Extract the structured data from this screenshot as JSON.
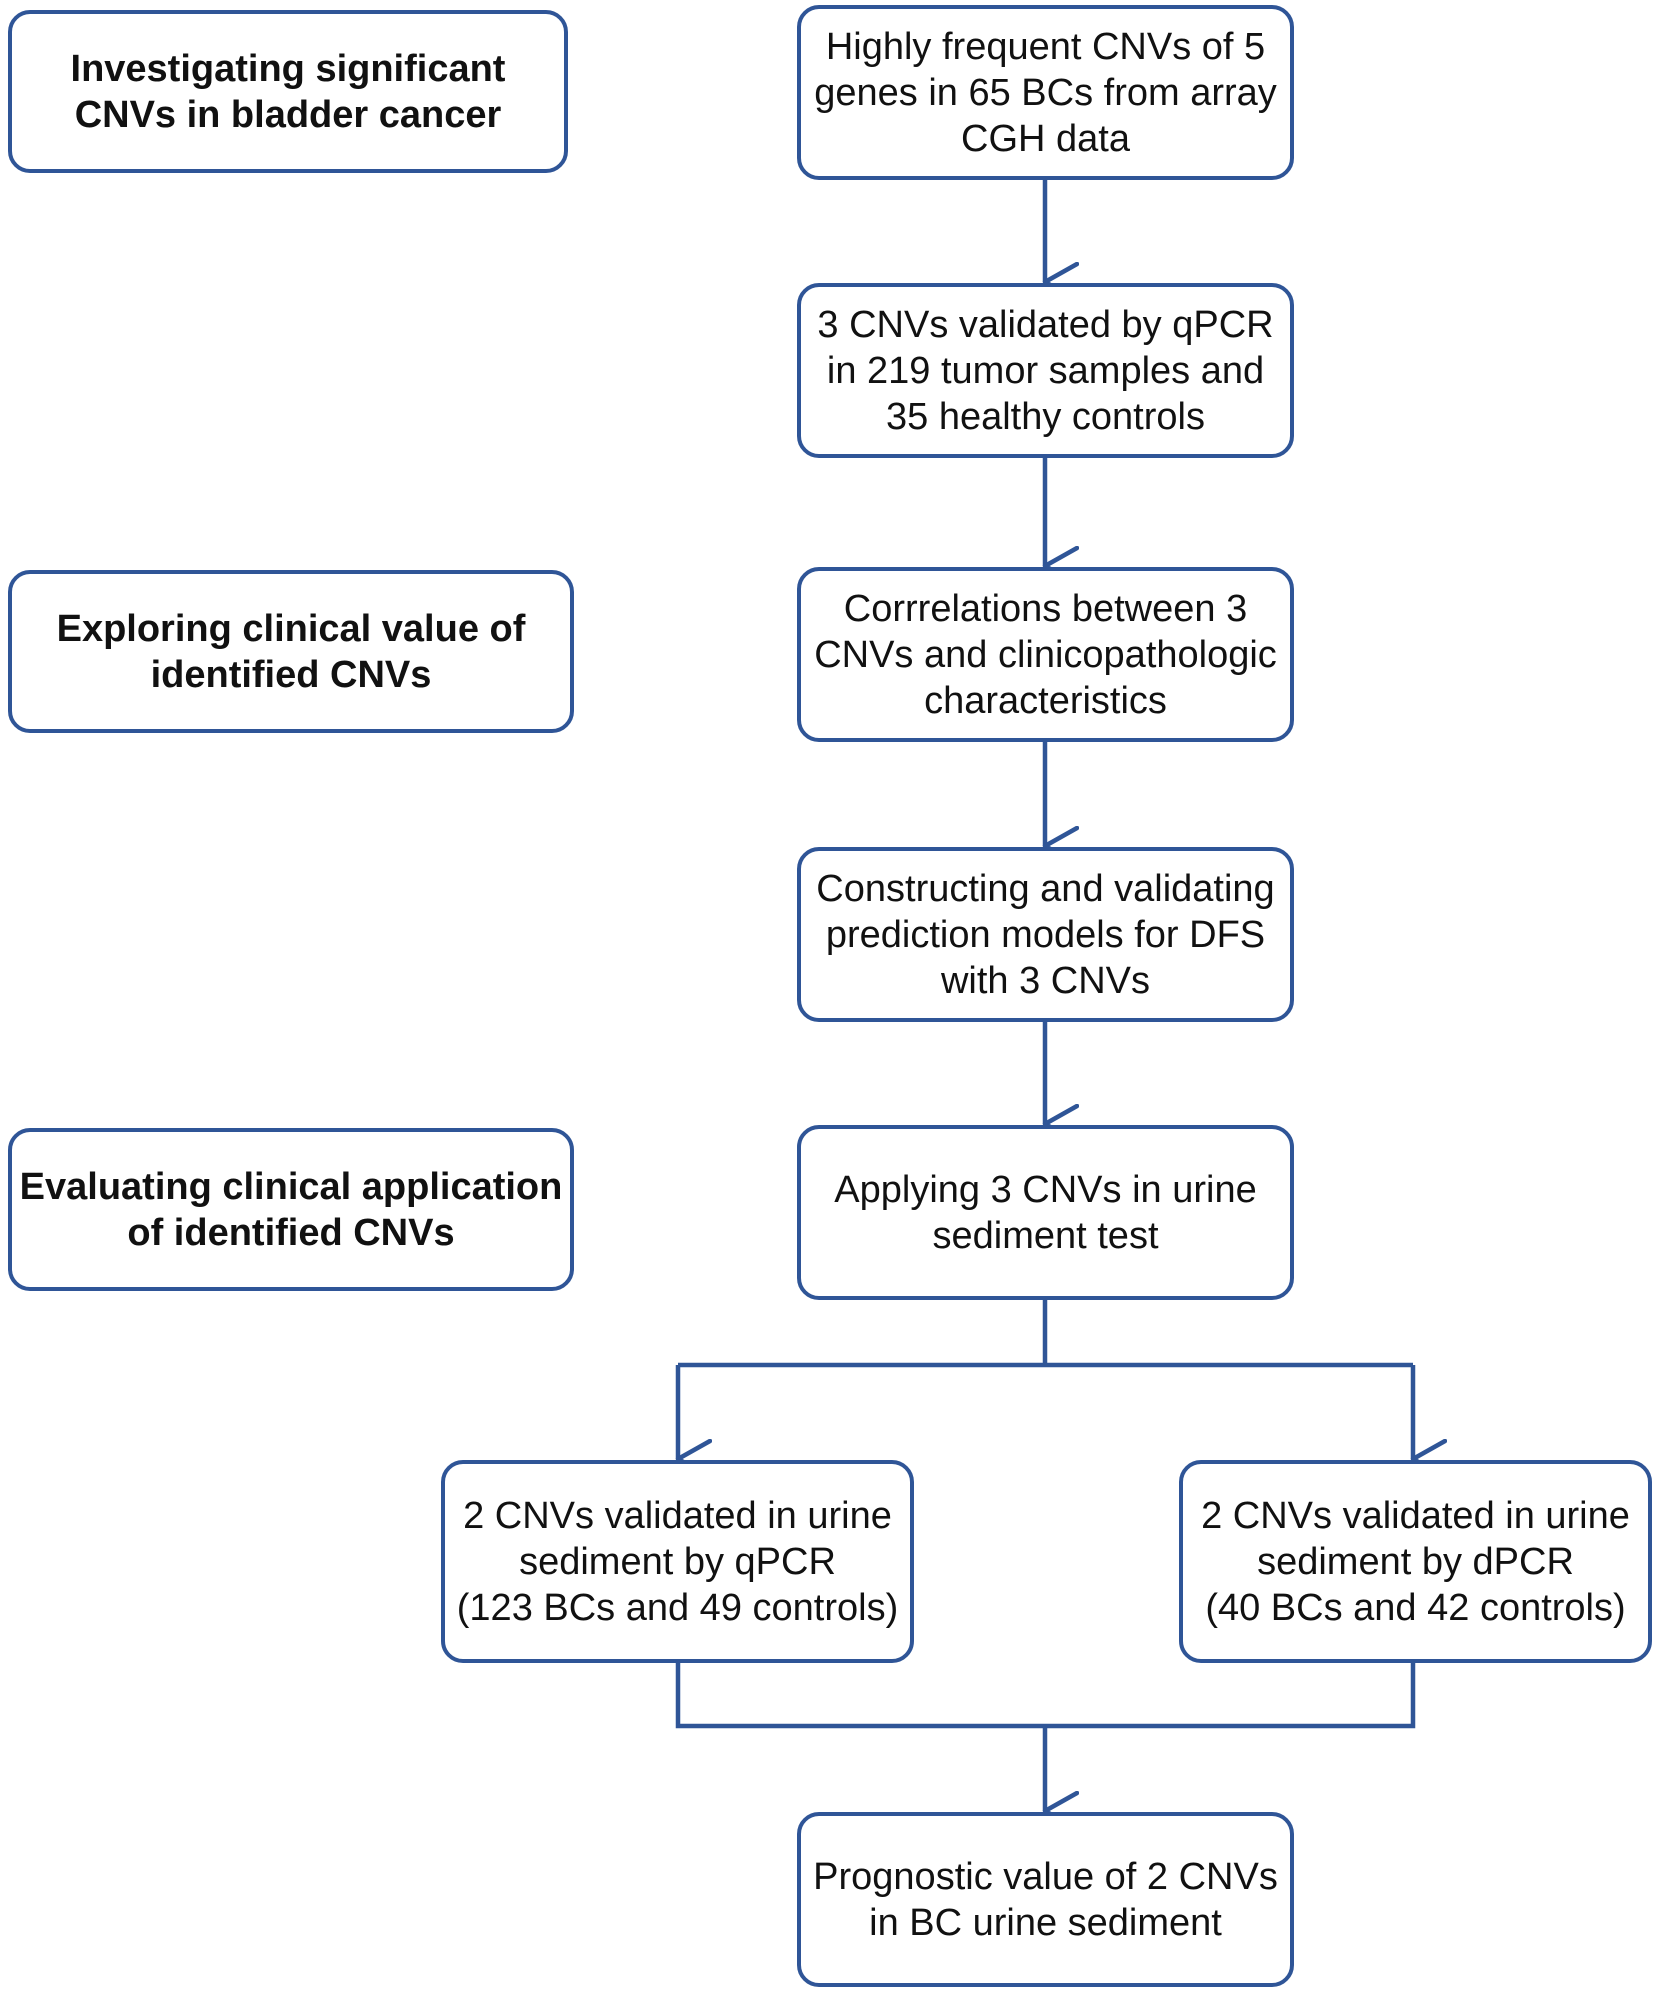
{
  "colors": {
    "border": "#2f5597",
    "arrow": "#2f5597",
    "text": "#111111",
    "background": "#ffffff"
  },
  "stages": {
    "investigating": "Investigating significant\nCNVs in bladder cancer",
    "exploring": "Exploring clinical value of\nidentified CNVs",
    "evaluating": "Evaluating clinical application\nof identified CNVs"
  },
  "steps": {
    "cgh": "Highly frequent CNVs of 5\ngenes in 65 BCs from array\nCGH data",
    "qpcr_validation": "3 CNVs validated by qPCR\nin 219 tumor samples and\n35 healthy controls",
    "correlations": "Corrrelations between 3\nCNVs and clinicopathologic\ncharacteristics",
    "models": "Constructing and validating\nprediction models for DFS\nwith 3 CNVs",
    "urine_test": "Applying 3 CNVs in urine\nsediment test",
    "urine_qpcr": "2 CNVs validated in urine\nsediment by qPCR\n(123 BCs and 49 controls)",
    "urine_dpcr": "2 CNVs validated in urine\nsediment by dPCR\n(40 BCs and 42 controls)",
    "prognostic": "Prognostic value of 2 CNVs\nin BC urine sediment"
  }
}
